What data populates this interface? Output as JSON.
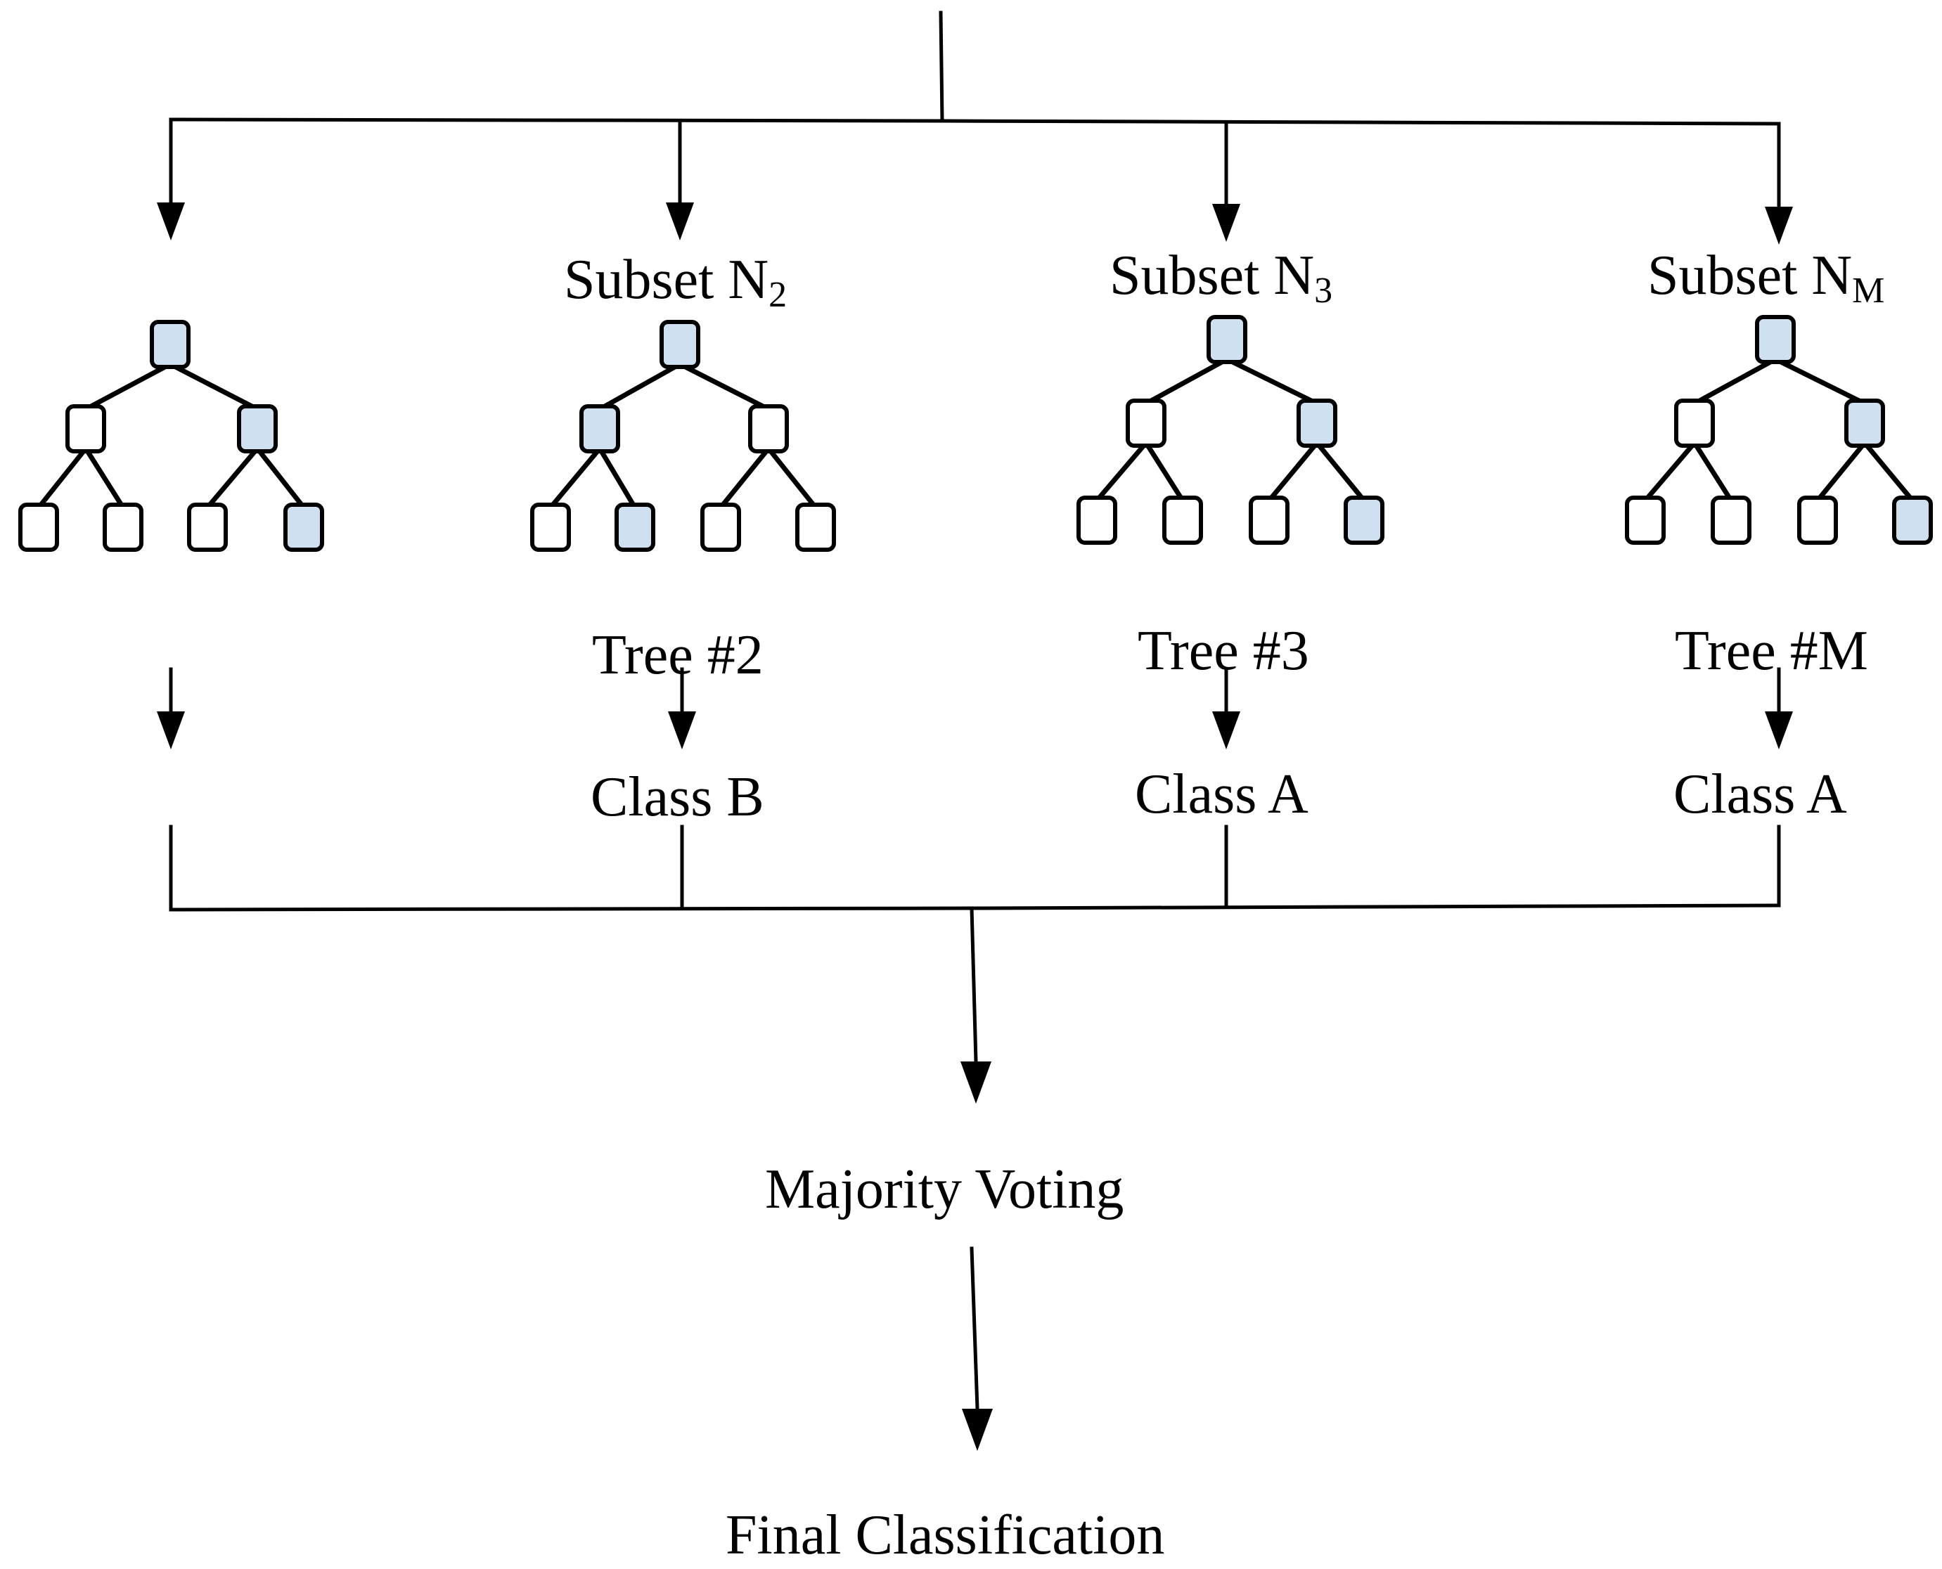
{
  "colors": {
    "node_highlight": "#cfe0f1",
    "node_plain": "#ffffff",
    "stroke": "#000000"
  },
  "trees": [
    {
      "subset_label": "",
      "subset_subscript": "",
      "tree_label": "",
      "class_label": "",
      "highlighted": {
        "root": true,
        "left": false,
        "right": true,
        "ll": false,
        "lr": false,
        "rl": false,
        "rr": true
      }
    },
    {
      "subset_label": "Subset N",
      "subset_subscript": "2",
      "tree_label": "Tree #2",
      "class_label": "Class B",
      "highlighted": {
        "root": true,
        "left": true,
        "right": false,
        "ll": false,
        "lr": true,
        "rl": false,
        "rr": false
      }
    },
    {
      "subset_label": "Subset N",
      "subset_subscript": "3",
      "tree_label": "Tree #3",
      "class_label": "Class A",
      "highlighted": {
        "root": true,
        "left": false,
        "right": true,
        "ll": false,
        "lr": false,
        "rl": false,
        "rr": true
      }
    },
    {
      "subset_label": "Subset N",
      "subset_subscript": "M",
      "tree_label": "Tree #M",
      "class_label": "Class A",
      "highlighted": {
        "root": true,
        "left": false,
        "right": true,
        "ll": false,
        "lr": false,
        "rl": false,
        "rr": true
      }
    }
  ],
  "majority_voting": "Majority Voting",
  "final_classification": "Final Classification"
}
